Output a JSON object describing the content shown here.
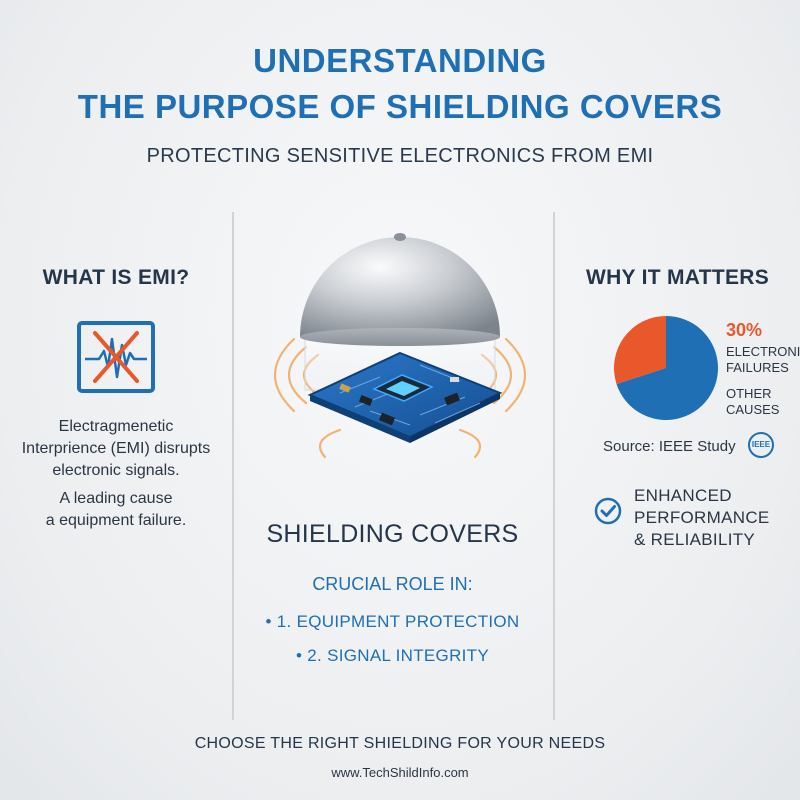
{
  "header": {
    "title_line1": "UNDERSTANDING",
    "title_line2": "THE PURPOSE OF SHIELDING COVERS",
    "subtitle": "PROTECTING SENSITIVE ELECTRONICS FROM EMI"
  },
  "left": {
    "heading": "WHAT IS EMI?",
    "icon": "emi-waveform-crossed-icon",
    "text_lines": [
      "Electragmenetic",
      "Interprience (EMI) disrupts",
      "electronic signals.",
      "A leading cause",
      "a equipment failure."
    ]
  },
  "center": {
    "heading": "SHIELDING COVERS",
    "role_heading": "CRUCIAL ROLE IN:",
    "bullets": [
      "• 1. EQUIPMENT PROTECTION",
      "• 2. SIGNAL INTEGRITY"
    ]
  },
  "right": {
    "heading": "WHY IT MATTERS",
    "chart_label_pct": "30%",
    "chart_label_1a": "ELECTRONIC",
    "chart_label_1b": "FAILURES",
    "chart_label_2a": "OTHER",
    "chart_label_2b": "CAUSES",
    "source": "Source: IEEE Study",
    "badge_text": "IEEE",
    "benefit_lines": [
      "ENHANCED",
      "PERFORMANCE",
      "& RELIABILITY"
    ]
  },
  "chart_data": {
    "type": "pie",
    "slices": [
      {
        "label": "ELECTRONIC FAILURES",
        "value": 30,
        "color": "#e9582b"
      },
      {
        "label": "OTHER CAUSES",
        "value": 70,
        "color": "#1f6fb4"
      }
    ]
  },
  "footer": {
    "tagline": "CHOOSE THE RIGHT SHIELDING FOR YOUR NEEDS",
    "url": "www.TechShildInfo.com"
  },
  "colors": {
    "brand_blue": "#1f6fb4",
    "accent_orange": "#e9582b",
    "wave_orange": "#f2b272",
    "text_dark": "#243447"
  }
}
